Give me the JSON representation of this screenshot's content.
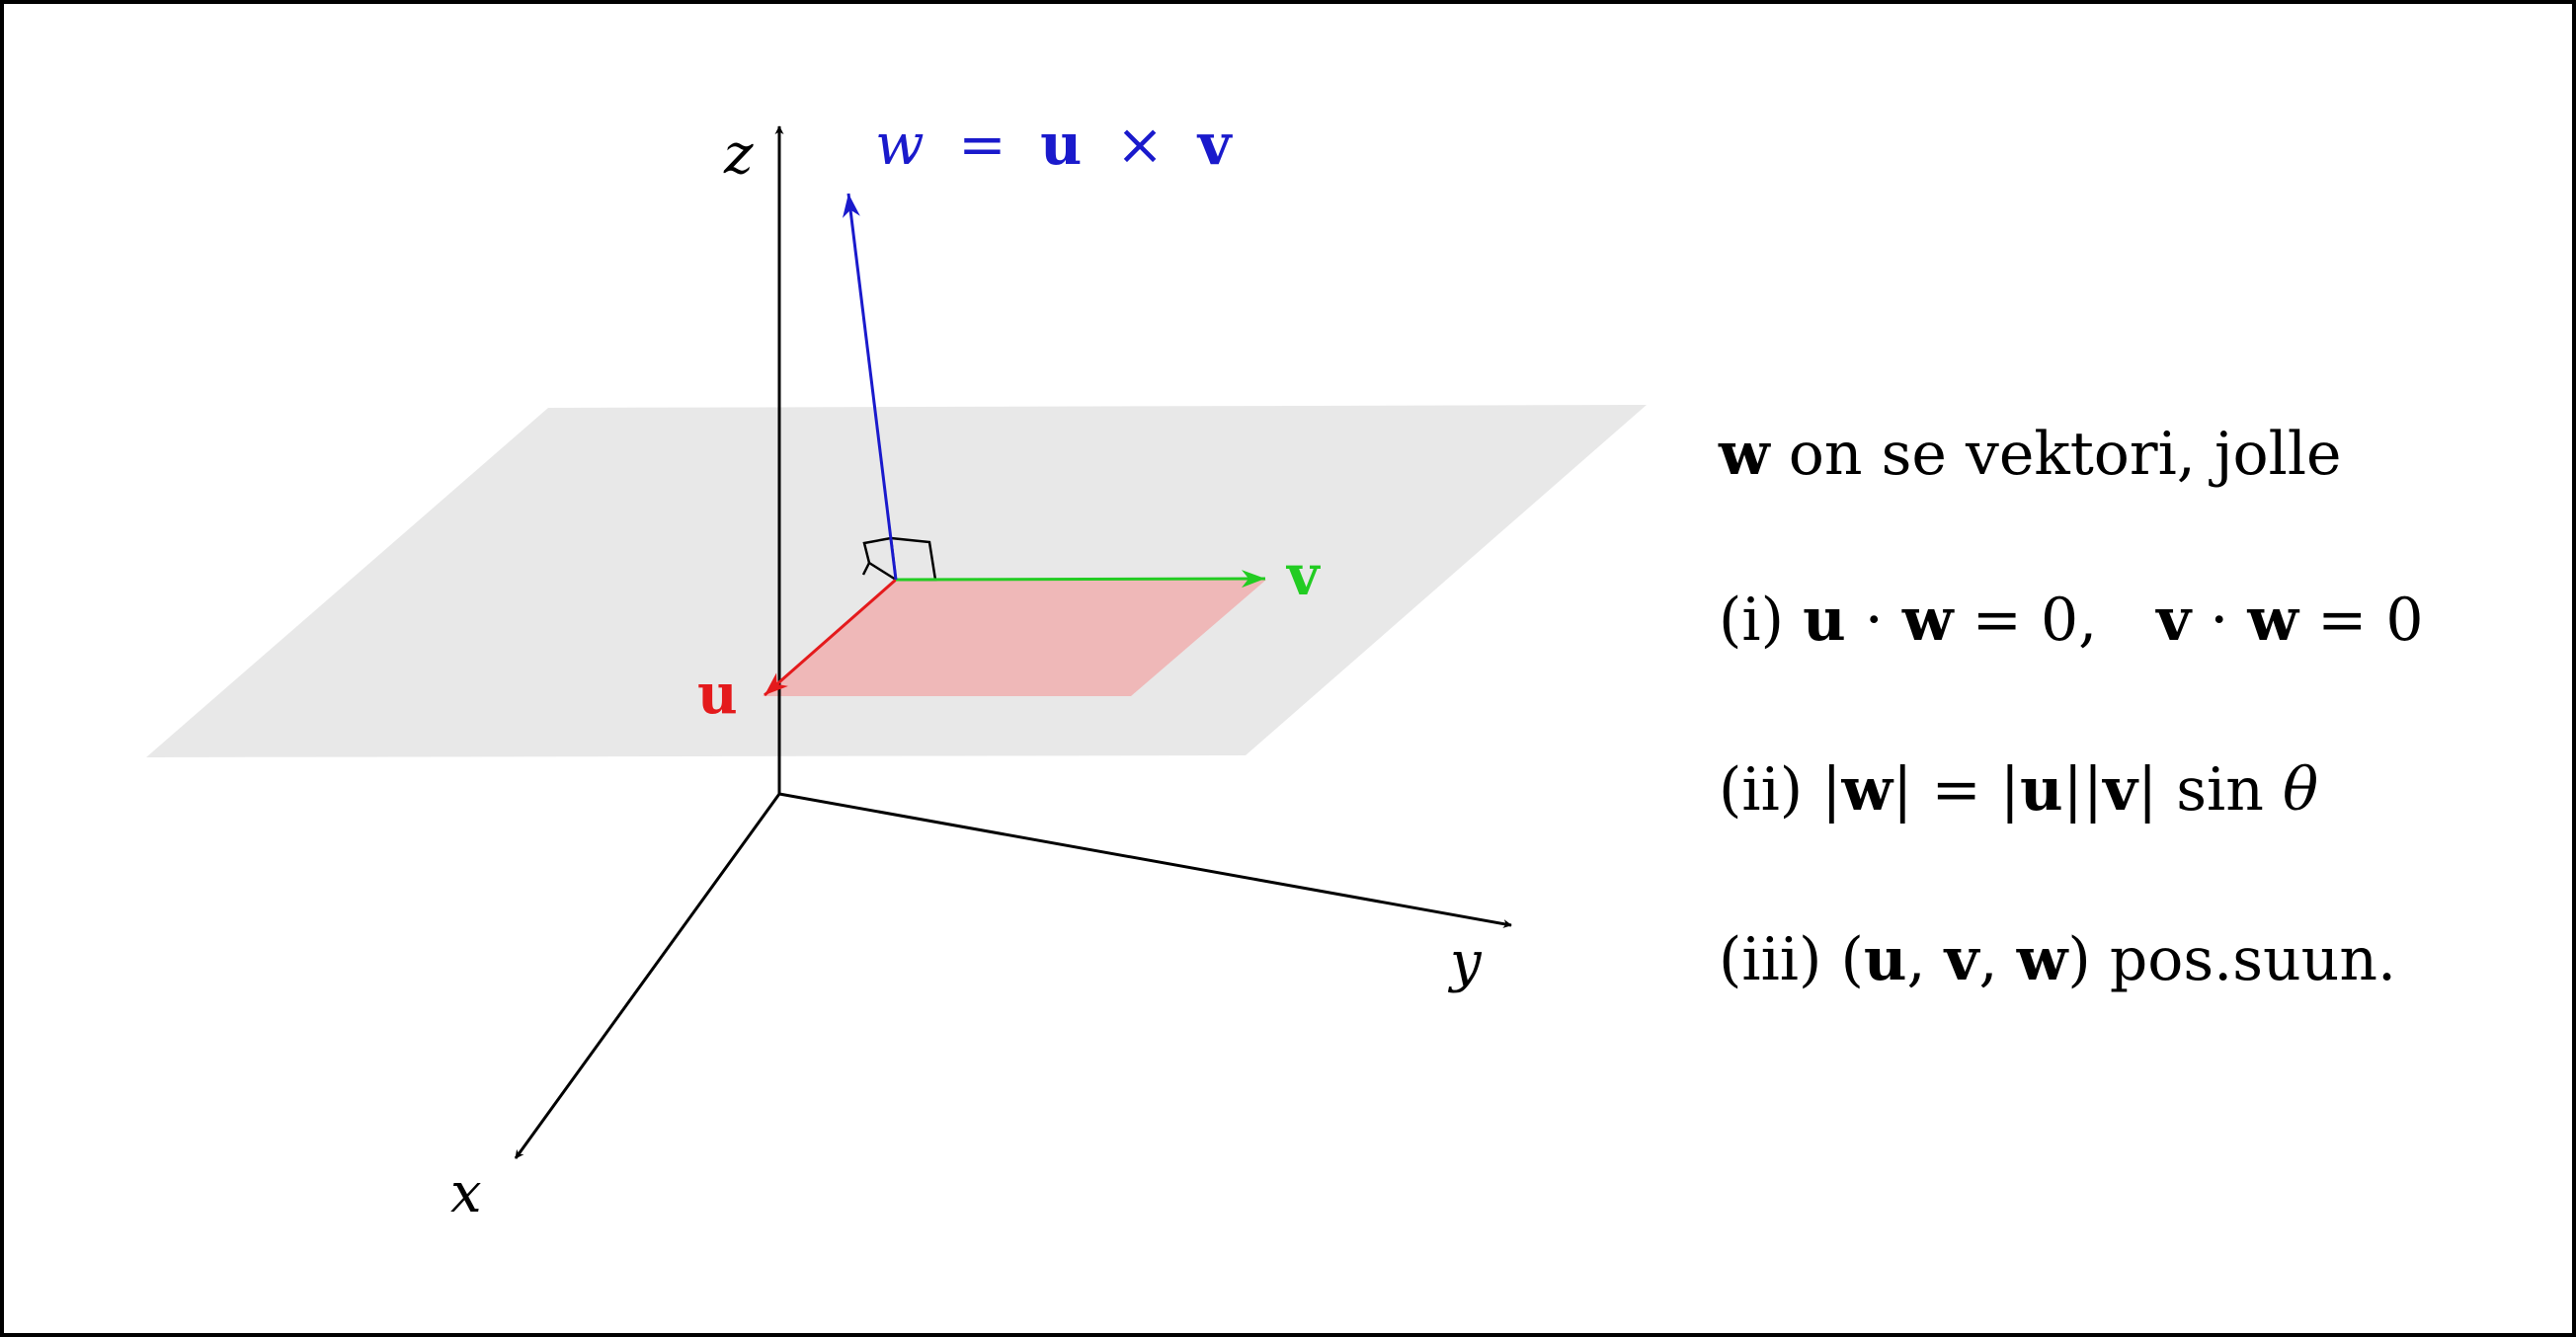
{
  "colors": {
    "u_vector": "#e41a1c",
    "v_vector": "#22cc22",
    "w_vector": "#1a1acc",
    "plane": "#e8e8e8",
    "parallelogram": "#efb8b8",
    "axes": "#000000"
  },
  "axes": {
    "x": "x",
    "y": "y",
    "z": "z"
  },
  "vectors": {
    "u": "u",
    "v": "v",
    "w_label": {
      "w": "w",
      "eq": "=",
      "u": "u",
      "times": "×",
      "v": "v"
    }
  },
  "text": {
    "intro": {
      "w": "w",
      "rest": " on se vektori, jolle"
    },
    "cond1": {
      "num": "(i) ",
      "u": "u",
      "dot1": " · ",
      "w1": "w",
      "eq1": " = 0,",
      "v": "v",
      "dot2": " · ",
      "w2": "w",
      "eq2": " = 0"
    },
    "cond2": {
      "num": "(ii) ",
      "bar1": "|",
      "w": "w",
      "bar2": "| = |",
      "u": "u",
      "bar3": "||",
      "v": "v",
      "bar4": "| sin ",
      "theta": "θ"
    },
    "cond3": {
      "num": "(iii) ",
      "open": "(",
      "u": "u",
      "c1": ", ",
      "v": "v",
      "c2": ", ",
      "w": "w",
      "close": ")",
      "rest": " pos.suun."
    }
  }
}
